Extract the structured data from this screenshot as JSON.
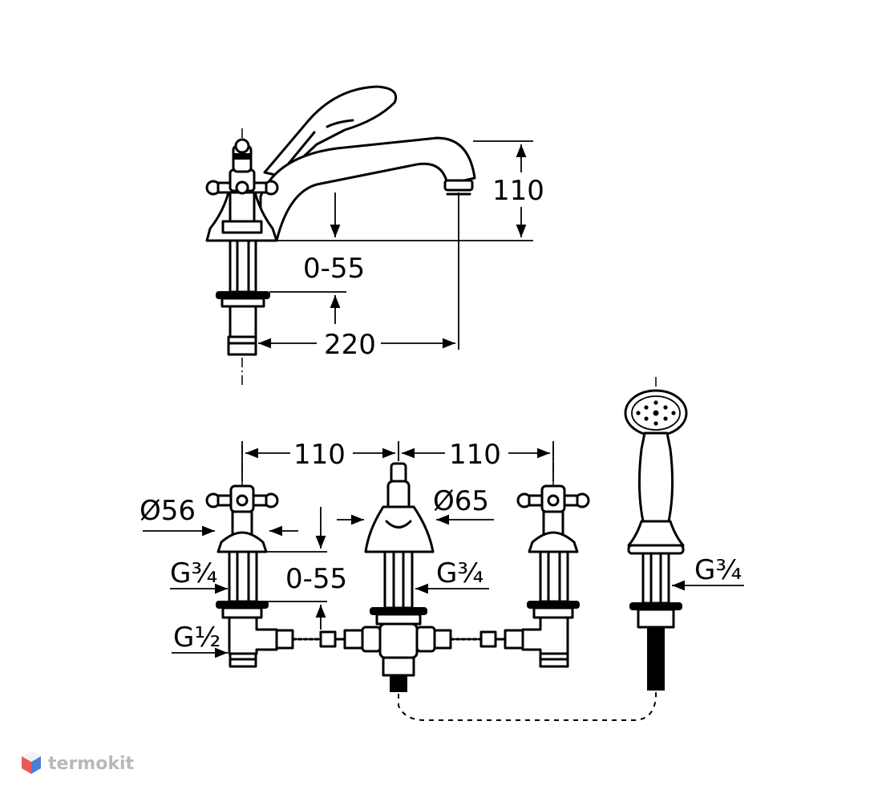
{
  "top_view": {
    "dim_height": "110",
    "dim_thickness": "0-55",
    "dim_reach": "220"
  },
  "bottom_view": {
    "dim_spacing_left": "110",
    "dim_spacing_right": "110",
    "dim_diameter_left": "Ø56",
    "dim_diameter_center": "Ø65",
    "dim_thread_left": "G¾",
    "dim_thread_center": "G¾",
    "dim_thread_right": "G¾",
    "dim_thread_small": "G½",
    "dim_thickness": "0-55"
  },
  "watermark": {
    "text": "termokit",
    "colors": [
      "#e85a5a",
      "#4a7fd6",
      "#f2f2f2"
    ]
  }
}
